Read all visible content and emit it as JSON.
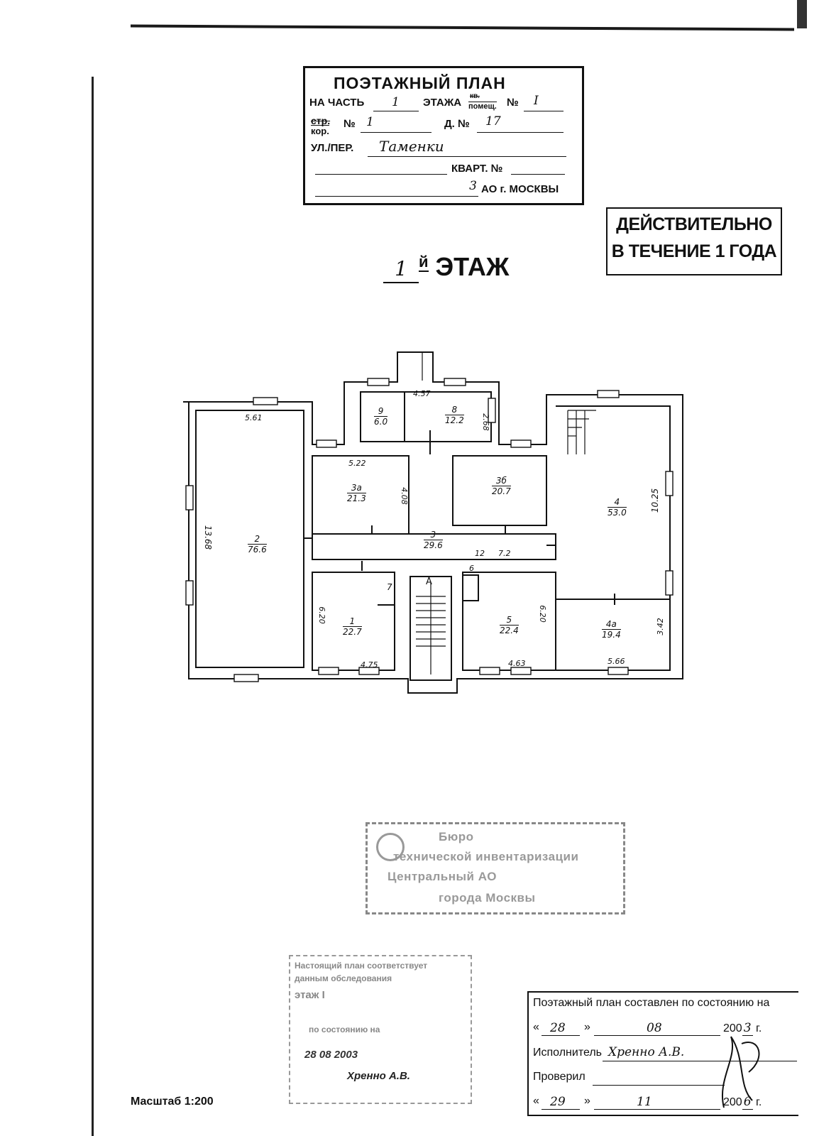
{
  "title_block": {
    "heading": "ПОЭТАЖНЫЙ ПЛАН",
    "line1_prefix": "НА ЧАСТЬ",
    "line1_part": "1",
    "line1_floor_word": "ЭТАЖА",
    "line1_kv_struck": "кв.",
    "line1_pomesch": "помещ.",
    "line1_no_label": "№",
    "line1_no_value": "I",
    "line2_str_struck": "стр.",
    "line2_kor": "кор.",
    "line2_no_label": "№",
    "line2_no_value": "1",
    "line2_house_label": "Д. №",
    "line2_house_value": "17",
    "line3_label": "УЛ./ПЕР.",
    "line3_value": "Таменки",
    "line4_label": "КВАРТ. №",
    "line5_num": "3",
    "line5_label": "АО г. МОСКВЫ"
  },
  "validity": {
    "line1": "ДЕЙСТВИТЕЛЬНО",
    "line2": "В ТЕЧЕНИЕ 1 ГОДА"
  },
  "floor_heading": {
    "number": "1",
    "suffix": "й",
    "word": "ЭТАЖ"
  },
  "rooms": [
    {
      "id": "9",
      "area": "6.0"
    },
    {
      "id": "8",
      "area": "12.2"
    },
    {
      "id": "3а",
      "area": "21.3"
    },
    {
      "id": "3б",
      "area": "20.7"
    },
    {
      "id": "2",
      "area": "76.6"
    },
    {
      "id": "4",
      "area": "53.0"
    },
    {
      "id": "3",
      "area": "29.6"
    },
    {
      "id": "1",
      "area": "22.7"
    },
    {
      "id": "5",
      "area": "22.4"
    },
    {
      "id": "4а",
      "area": "19.4"
    },
    {
      "id": "7",
      "area": ""
    },
    {
      "id": "6",
      "area": ""
    },
    {
      "id": "А",
      "area": ""
    }
  ],
  "dimensions": [
    "5.61",
    "4.57",
    "2.68",
    "5.22",
    "4.08",
    "13.68",
    "10.25",
    "12",
    "7.2",
    "6.20",
    "4.75",
    "6.20",
    "4.63",
    "3.42",
    "5.66"
  ],
  "stamp_bti": {
    "lines": [
      "Бюро",
      "технической инвентаризации",
      "Центральный АО",
      "города Москвы"
    ]
  },
  "stamp_copy": {
    "lines": [
      "Настоящий план соответствует",
      "данным обследования",
      "этаж I",
      "по состоянию на",
      "28   08   2003",
      "Хренно А.В."
    ]
  },
  "status": {
    "heading": "Поэтажный план составлен по состоянию на",
    "date1_day": "28",
    "date1_month": "08",
    "date1_year_prefix": "200",
    "date1_year_digit": "3",
    "year_suffix": "г.",
    "executor_label": "Исполнитель",
    "executor_value": "Хренно А.В.",
    "checked_label": "Проверил",
    "date2_day": "29",
    "date2_month": "11",
    "date2_year_prefix": "200",
    "date2_year_digit": "6"
  },
  "scale": "Масштаб 1:200"
}
